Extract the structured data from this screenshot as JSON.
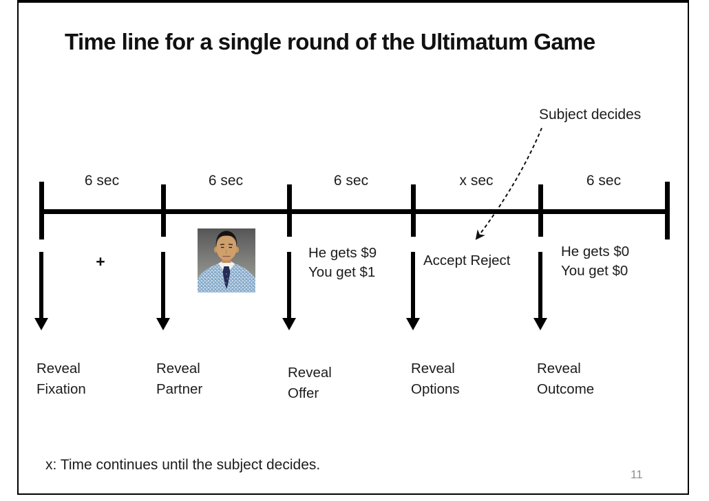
{
  "slide": {
    "title": "Time line for a single round of the Ultimatum Game",
    "annotation": "Subject decides",
    "footnote": "x: Time continues until the subject decides.",
    "page_number": "11"
  },
  "timeline": {
    "segment_labels": [
      "6 sec",
      "6 sec",
      "6 sec",
      "x sec",
      "6 sec"
    ]
  },
  "stimuli": {
    "fixation": "+",
    "partner_photo": "partner-photo",
    "offer_line1": "He gets $9",
    "offer_line2": "You get $1",
    "options": "Accept Reject",
    "outcome_line1": "He gets $0",
    "outcome_line2": "You get $0"
  },
  "events": [
    {
      "line1": "Reveal",
      "line2": "Fixation"
    },
    {
      "line1": "Reveal",
      "line2": "Partner"
    },
    {
      "line1": "Reveal",
      "line2": "Offer"
    },
    {
      "line1": "Reveal",
      "line2": "Options"
    },
    {
      "line1": "Reveal",
      "line2": "Outcome"
    }
  ],
  "colors": {
    "line_black": "#000000",
    "page_number_gray": "#8f8f8f",
    "suit_blue": "#8fb2d0",
    "tie_navy": "#252c55",
    "face_tan": "#cf9f6c"
  }
}
